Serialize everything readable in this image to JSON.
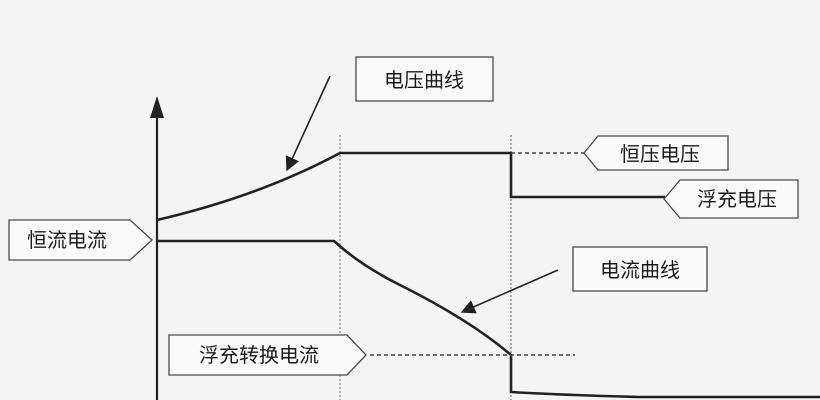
{
  "labels": {
    "voltage_curve": "电压曲线",
    "cv_voltage": "恒压电压",
    "float_voltage": "浮充电压",
    "cc_current": "恒流电流",
    "current_curve": "电流曲线",
    "float_switch_current": "浮充转换电流"
  },
  "colors": {
    "background": "#f4f4f4",
    "line": "#222222",
    "box_border": "#4a4a4a",
    "box_fill": "#fafafa"
  }
}
